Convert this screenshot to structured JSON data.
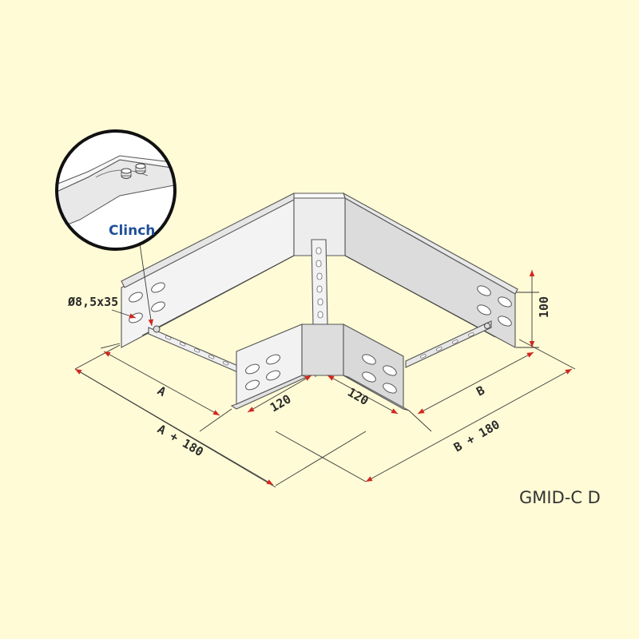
{
  "drawing": {
    "product_code": "GMID-C D",
    "detail_label": "Clinch",
    "hole_label": "Ø8,5x35",
    "dim_a": "A",
    "dim_a_total": "A + 180",
    "dim_b": "B",
    "dim_b_total": "B + 180",
    "dim_inner_left": "120",
    "dim_inner_right": "120",
    "dim_height": "100"
  },
  "colors": {
    "background": "#FFFBD6",
    "metal_light": "#F4F4F4",
    "metal_mid": "#DCDCDC",
    "metal_dark": "#B8B8B8",
    "arrow": "#D3261F",
    "label_blue": "#1F4F98"
  }
}
